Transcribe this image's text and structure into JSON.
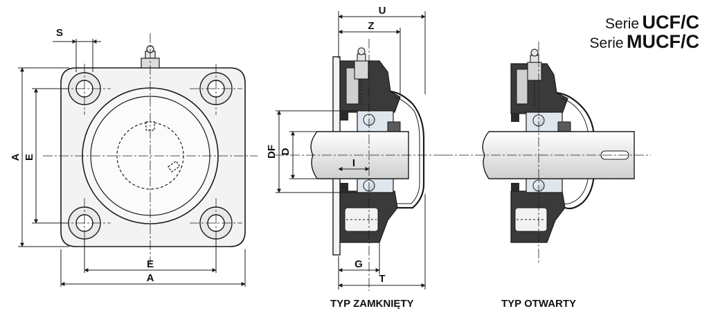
{
  "series": [
    {
      "prefix": "Serie",
      "code": "UCF/C"
    },
    {
      "prefix": "Serie",
      "code": "MUCF/C"
    }
  ],
  "dimensions": {
    "S": "S",
    "A_vertical": "A",
    "E_vertical": "E",
    "E_horizontal": "E",
    "A_horizontal": "A",
    "U": "U",
    "Z": "Z",
    "DF": "DF",
    "D": "D",
    "I": "I",
    "G": "G",
    "T": "T"
  },
  "captions": {
    "closed": "TYP ZAMKNIĘTY",
    "open": "TYP OTWARTY"
  },
  "colors": {
    "line": "#1a1a1a",
    "housing_fill": "#f3f3f3",
    "dark_part": "#3a3a3a",
    "bearing_fill": "#dfe6ee",
    "shaft_fill": "#eeeeee"
  }
}
